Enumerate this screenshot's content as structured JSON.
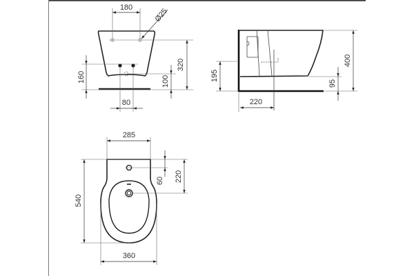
{
  "drawing": {
    "type": "technical dimension drawing",
    "subject": "wall-hung bidet",
    "colors": {
      "line": "#222222",
      "dim_line": "#555555",
      "frame": "#444444",
      "background": "#ffffff"
    }
  },
  "views": {
    "front": {
      "dimensions": {
        "tap_hole_spacing": "180",
        "pipe_diameter": "Ø25",
        "fixing_height": "320",
        "inlet_height": "160",
        "outlet_height": "100",
        "inlet_spacing": "80"
      }
    },
    "side": {
      "dimensions": {
        "total_height": "400",
        "outlet_height": "195",
        "base_height": "95",
        "outlet_depth": "220"
      }
    },
    "top": {
      "dimensions": {
        "rear_width": "285",
        "total_length": "540",
        "tap_hole_offset": "60",
        "drain_offset": "220",
        "total_width": "360"
      }
    }
  }
}
